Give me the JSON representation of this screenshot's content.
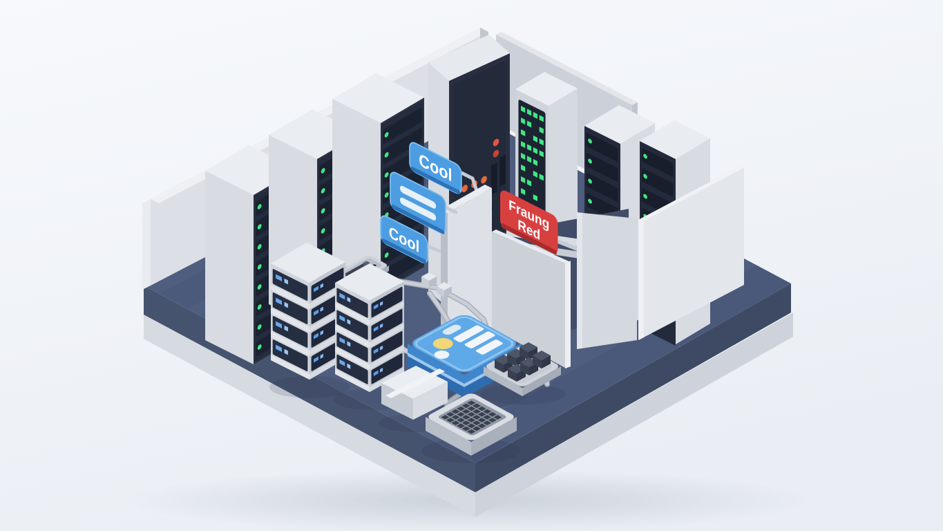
{
  "scene": {
    "type": "isometric-3d-illustration",
    "subject": "Server room data center on a floating platform",
    "labels": {
      "cool_tag_top": "Cool",
      "cool_tag_bottom": "Cool",
      "red_tag_line1": "Fraung",
      "red_tag_line2": "Red"
    },
    "colors": {
      "background": "#f1f4f8",
      "floor_top": "#4f5d7e",
      "floor_side_left": "#46536e",
      "floor_side_right": "#3e4a63",
      "base_slab": "#ced3db",
      "wall_light": "#dde1e7",
      "rack_body": "#d8dce2",
      "rack_panel_dark": "#242c3d",
      "led_green": "#42e683",
      "button_orange": "#e8693f",
      "button_red": "#e05545",
      "button_teal": "#8fd8d8",
      "tag_blue": "#4d9de2",
      "tag_red": "#d84040",
      "dashboard_blue": "#5fa9e8",
      "icon_yellow": "#f2d678",
      "cable_gray": "#c9ced7"
    },
    "counts": {
      "left_server_racks": 3,
      "right_server_racks": 2,
      "mini_server_stacks": 2,
      "blue_tags": 3,
      "red_tags": 1
    }
  }
}
